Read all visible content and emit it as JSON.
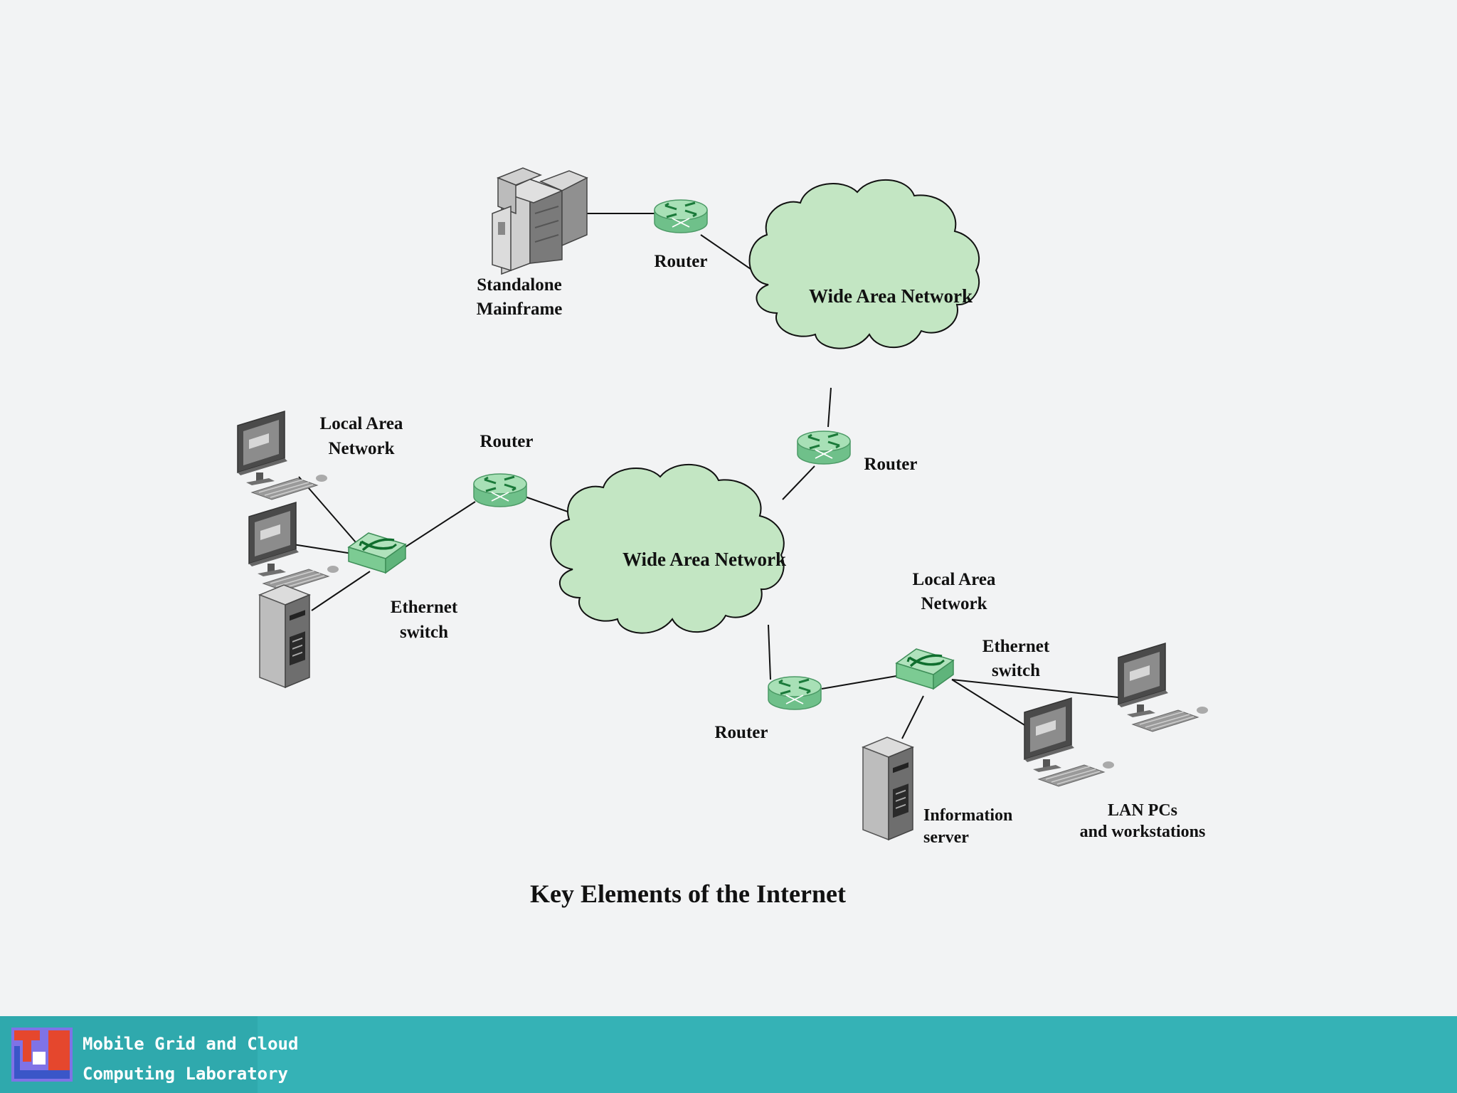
{
  "title": "Key Elements of the Internet",
  "labels": {
    "mainframe_line1": "Standalone",
    "mainframe_line2": "Mainframe",
    "router_top": "Router",
    "wan_top": "Wide Area Network",
    "router_middle": "Router",
    "router_left": "Router",
    "wan_bottom": "Wide Area Network",
    "lan_left_line1": "Local Area",
    "lan_left_line2": "Network",
    "switch_left_line1": "Ethernet",
    "switch_left_line2": "switch",
    "lan_right_line1": "Local Area",
    "lan_right_line2": "Network",
    "switch_right_line1": "Ethernet",
    "switch_right_line2": "switch",
    "router_bottom": "Router",
    "server_line1": "Information",
    "server_line2": "server",
    "pcs_line1": "LAN PCs",
    "pcs_line2": "and workstations"
  },
  "footer": {
    "lab_line1": "Mobile Grid and Cloud",
    "lab_line2": "Computing Laboratory"
  },
  "colors": {
    "cloud_fill": "#c3e6c3",
    "router_fill": "#8fd3a4",
    "footer_bg": "#35b2b6"
  }
}
